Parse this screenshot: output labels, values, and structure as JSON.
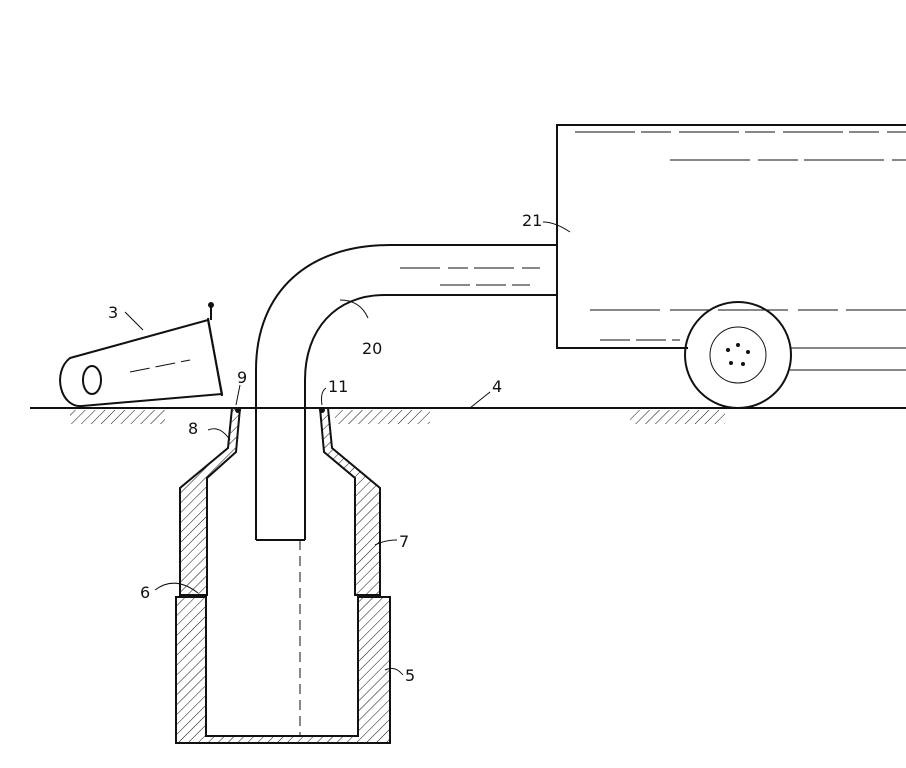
{
  "figure": {
    "labels": {
      "bucket": "3",
      "ground": "4",
      "lower_container": "5",
      "joint": "6",
      "upper_section": "7",
      "neck": "8",
      "seal_left": "9",
      "seal_right": "11",
      "hose": "20",
      "truck": "21"
    }
  }
}
